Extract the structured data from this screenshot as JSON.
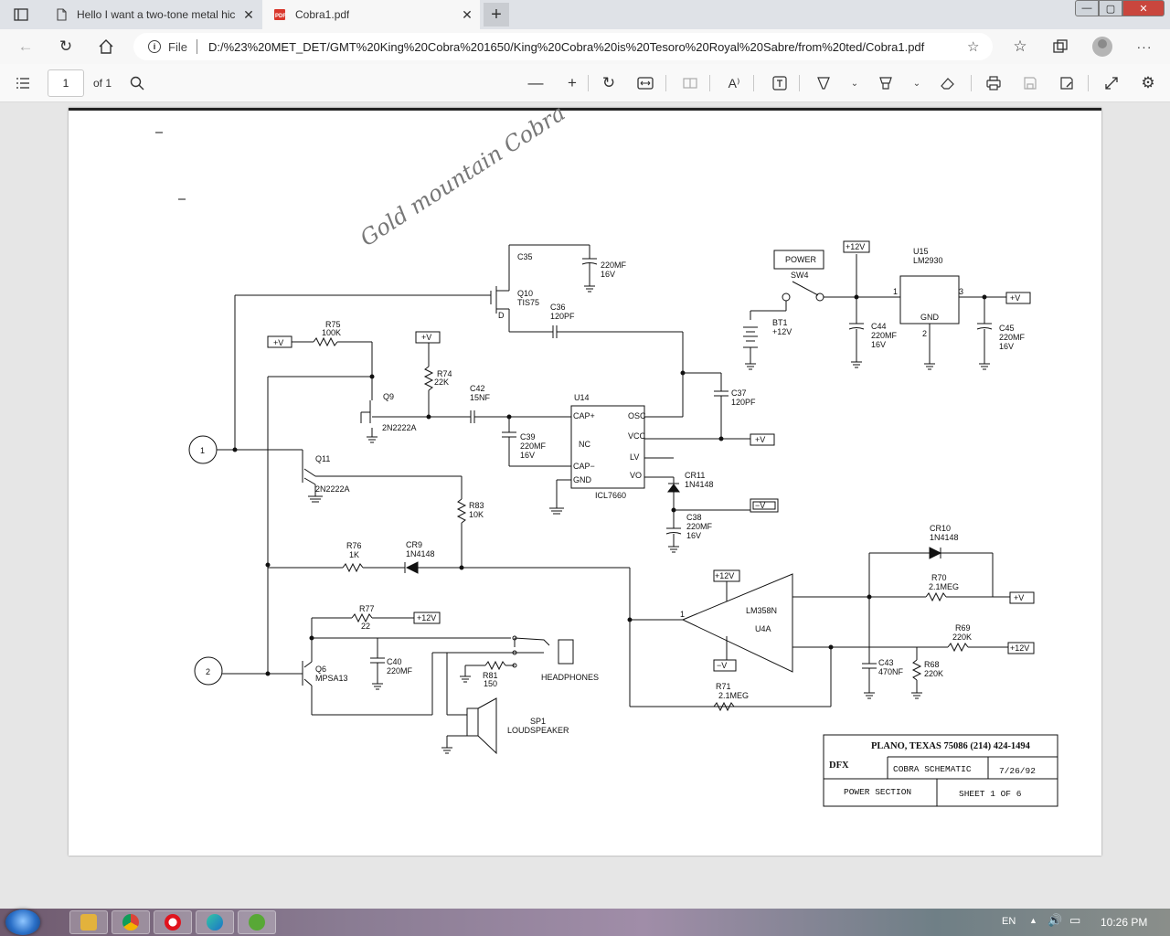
{
  "tabs": [
    {
      "title": "Hello I want a two-tone metal hic",
      "icon": "document-icon"
    },
    {
      "title": "Cobra1.pdf",
      "icon": "pdf-icon"
    }
  ],
  "window_controls": {
    "minimize": "—",
    "maximize": "▢",
    "close": "✕"
  },
  "address": {
    "file_label": "File",
    "url": "D:/%23%20MET_DET/GMT%20King%20Cobra%201650/King%20Cobra%20is%20Tesoro%20Royal%20Sabre/from%20ted/Cobra1.pdf"
  },
  "pdf_toolbar": {
    "page_number": "1",
    "page_count": "of 1"
  },
  "schematic": {
    "handwritten": "Gold mountain Cobra",
    "labels": {
      "power": "POWER",
      "sw4": "SW4",
      "bt1": "BT1",
      "bt1_v": "+12V",
      "u15": "U15",
      "u15_part": "LM2930",
      "u15_gnd": "GND",
      "u15_pin1": "1",
      "u15_pin2": "2",
      "u15_pin3": "3",
      "c35": "C35",
      "c35_v1": "220MF",
      "c35_v2": "16V",
      "q10": "Q10",
      "q10_part": "TIS75",
      "q10_d": "D",
      "c36": "C36",
      "c36_v": "120PF",
      "c37": "C37",
      "c37_v": "120PF",
      "c44": "C44",
      "c44_v1": "220MF",
      "c44_v2": "16V",
      "c45": "C45",
      "c45_v1": "220MF",
      "c45_v2": "16V",
      "r75": "R75",
      "r75_v": "100K",
      "r74": "R74",
      "r74_v": "22K",
      "q9": "Q9",
      "q9_part": "2N2222A",
      "c42": "C42",
      "c42_v": "15NF",
      "u14": "U14",
      "u14_part": "ICL7660",
      "cap_plus": "CAP+",
      "cap_minus": "CAP−",
      "nc": "NC",
      "gnd": "GND",
      "osc": "OSC",
      "vcc": "VCC",
      "lv": "LV",
      "vo": "VO",
      "c39": "C39",
      "c39_v1": "220MF",
      "c39_v2": "16V",
      "q11": "Q11",
      "q11_part": "2N2222A",
      "cr11": "CR11",
      "cr11_part": "1N4148",
      "c38": "C38",
      "c38_v1": "220MF",
      "c38_v2": "16V",
      "r83": "R83",
      "r83_v": "10K",
      "r76": "R76",
      "r76_v": "1K",
      "cr9": "CR9",
      "cr9_part": "1N4148",
      "cr10": "CR10",
      "cr10_part": "1N4148",
      "r70": "R70",
      "r70_v": "2.1MEG",
      "lm358": "LM358N",
      "u4a": "U4A",
      "r69": "R69",
      "r69_v": "220K",
      "c43": "C43",
      "c43_v": "470NF",
      "r68": "R68",
      "r68_v": "220K",
      "r71": "R71",
      "r71_v": "2.1MEG",
      "r77": "R77",
      "r77_v": "22",
      "c40": "C40",
      "c40_v": "220MF",
      "q6": "Q6",
      "q6_part": "MPSA13",
      "r81": "R81",
      "r81_v": "150",
      "headphones": "HEADPHONES",
      "sp1": "SP1",
      "loudspeaker": "LOUDSPEAKER",
      "plus_v": "+V",
      "minus_v": "−V",
      "plus_12v": "+12V",
      "node1": "1",
      "node2": "2",
      "titleblock_addr": "PLANO, TEXAS 75086 (214) 424-1494",
      "titleblock_title": "COBRA SCHEMATIC",
      "titleblock_date": "7/26/92",
      "titleblock_section": "POWER SECTION",
      "titleblock_sheet": "SHEET 1 OF 6",
      "titleblock_logo": "DFX"
    }
  },
  "taskbar": {
    "apps": [
      "explorer-icon",
      "chrome-icon",
      "opera-icon",
      "edge-icon",
      "utorrent-icon"
    ],
    "lang": "EN",
    "clock": "10:26 PM"
  }
}
